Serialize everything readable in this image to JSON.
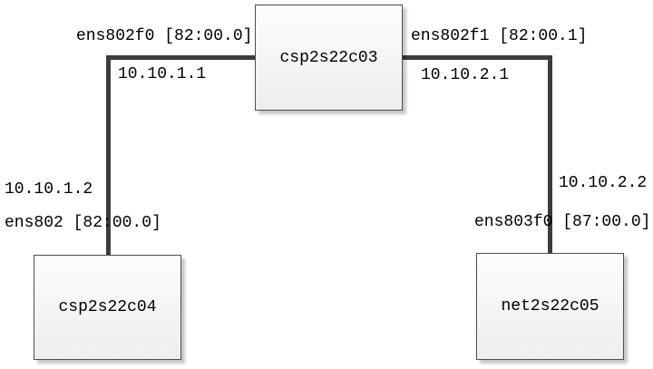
{
  "diagram": {
    "type": "network-topology",
    "nodes": [
      {
        "id": "csp2s22c03",
        "label": "csp2s22c03",
        "role": "top-center"
      },
      {
        "id": "csp2s22c04",
        "label": "csp2s22c04",
        "role": "bottom-left"
      },
      {
        "id": "net2s22c05",
        "label": "net2s22c05",
        "role": "bottom-right"
      }
    ],
    "edges": [
      {
        "from": "csp2s22c03",
        "to": "csp2s22c04",
        "labels": {
          "from_interface": "ens802f0 [82:00.0]",
          "from_ip": "10.10.1.1",
          "to_ip": "10.10.1.2",
          "to_interface": "ens802 [82:00.0]"
        }
      },
      {
        "from": "csp2s22c03",
        "to": "net2s22c05",
        "labels": {
          "from_interface": "ens802f1 [82:00.1]",
          "from_ip": "10.10.2.1",
          "to_ip": "10.10.2.2",
          "to_interface": "ens803f0 [87:00.0]"
        }
      }
    ],
    "colors": {
      "line": "#3d3d3d",
      "box_border": "#4d4d4d",
      "box_fill_top": "#fdfdfd",
      "box_fill_bottom": "#eeeeee",
      "text": "#000000",
      "background": "#ffffff"
    }
  }
}
